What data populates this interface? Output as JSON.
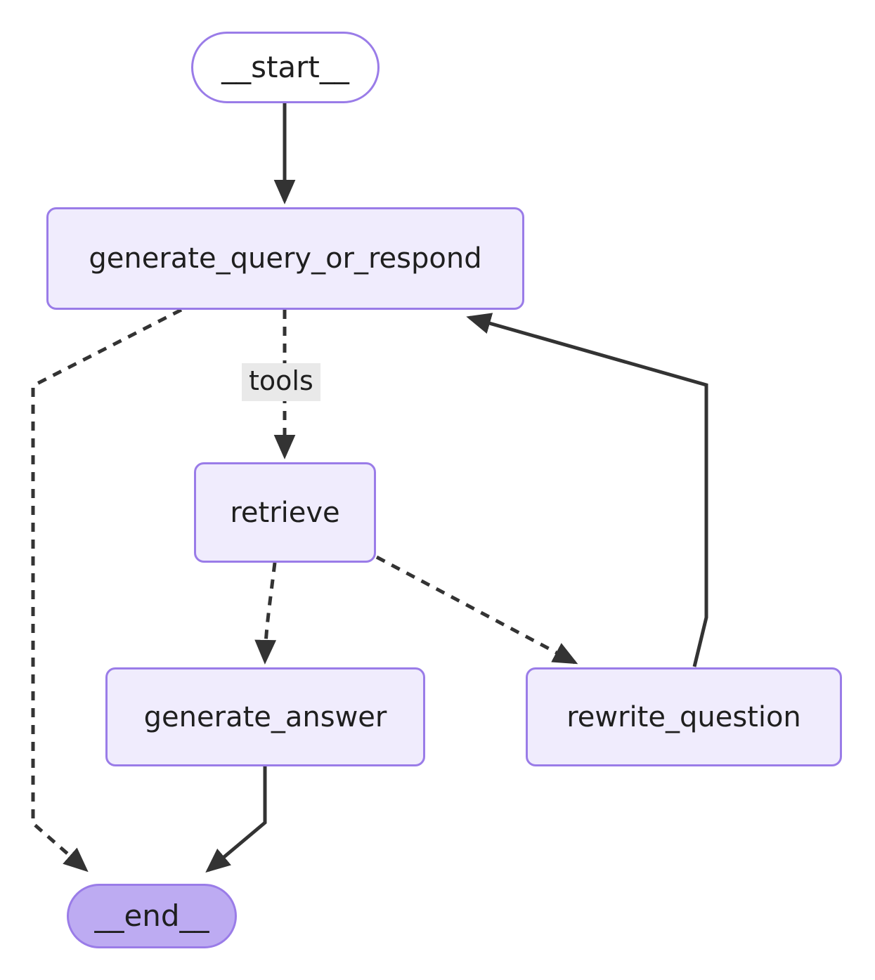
{
  "diagram": {
    "type": "flowchart",
    "title": "",
    "background_color": "#ffffff",
    "node_border_color": "#9a7ce8",
    "node_fill_color": "#f0ecfd",
    "end_node_fill_color": "#bdabf2",
    "start_node_fill_color": "#ffffff",
    "edge_color": "#333333",
    "edge_label_background": "#e9e9e9",
    "nodes": [
      {
        "id": "start",
        "label": "__start__",
        "shape": "pill"
      },
      {
        "id": "gqor",
        "label": "generate_query_or_respond",
        "shape": "rounded-rect"
      },
      {
        "id": "retrieve",
        "label": "retrieve",
        "shape": "rounded-rect"
      },
      {
        "id": "ganswer",
        "label": "generate_answer",
        "shape": "rounded-rect"
      },
      {
        "id": "rewrite",
        "label": "rewrite_question",
        "shape": "rounded-rect"
      },
      {
        "id": "end",
        "label": "__end__",
        "shape": "pill"
      }
    ],
    "edges": [
      {
        "from": "start",
        "to": "gqor",
        "style": "solid",
        "label": ""
      },
      {
        "from": "gqor",
        "to": "end",
        "style": "dotted",
        "label": ""
      },
      {
        "from": "gqor",
        "to": "retrieve",
        "style": "dotted",
        "label": "tools"
      },
      {
        "from": "retrieve",
        "to": "ganswer",
        "style": "dotted",
        "label": ""
      },
      {
        "from": "retrieve",
        "to": "rewrite",
        "style": "dotted",
        "label": ""
      },
      {
        "from": "ganswer",
        "to": "end",
        "style": "solid",
        "label": ""
      },
      {
        "from": "rewrite",
        "to": "gqor",
        "style": "solid",
        "label": ""
      }
    ],
    "edge_labels": [
      {
        "for_edge": "gqor->retrieve",
        "text": "tools"
      }
    ]
  }
}
